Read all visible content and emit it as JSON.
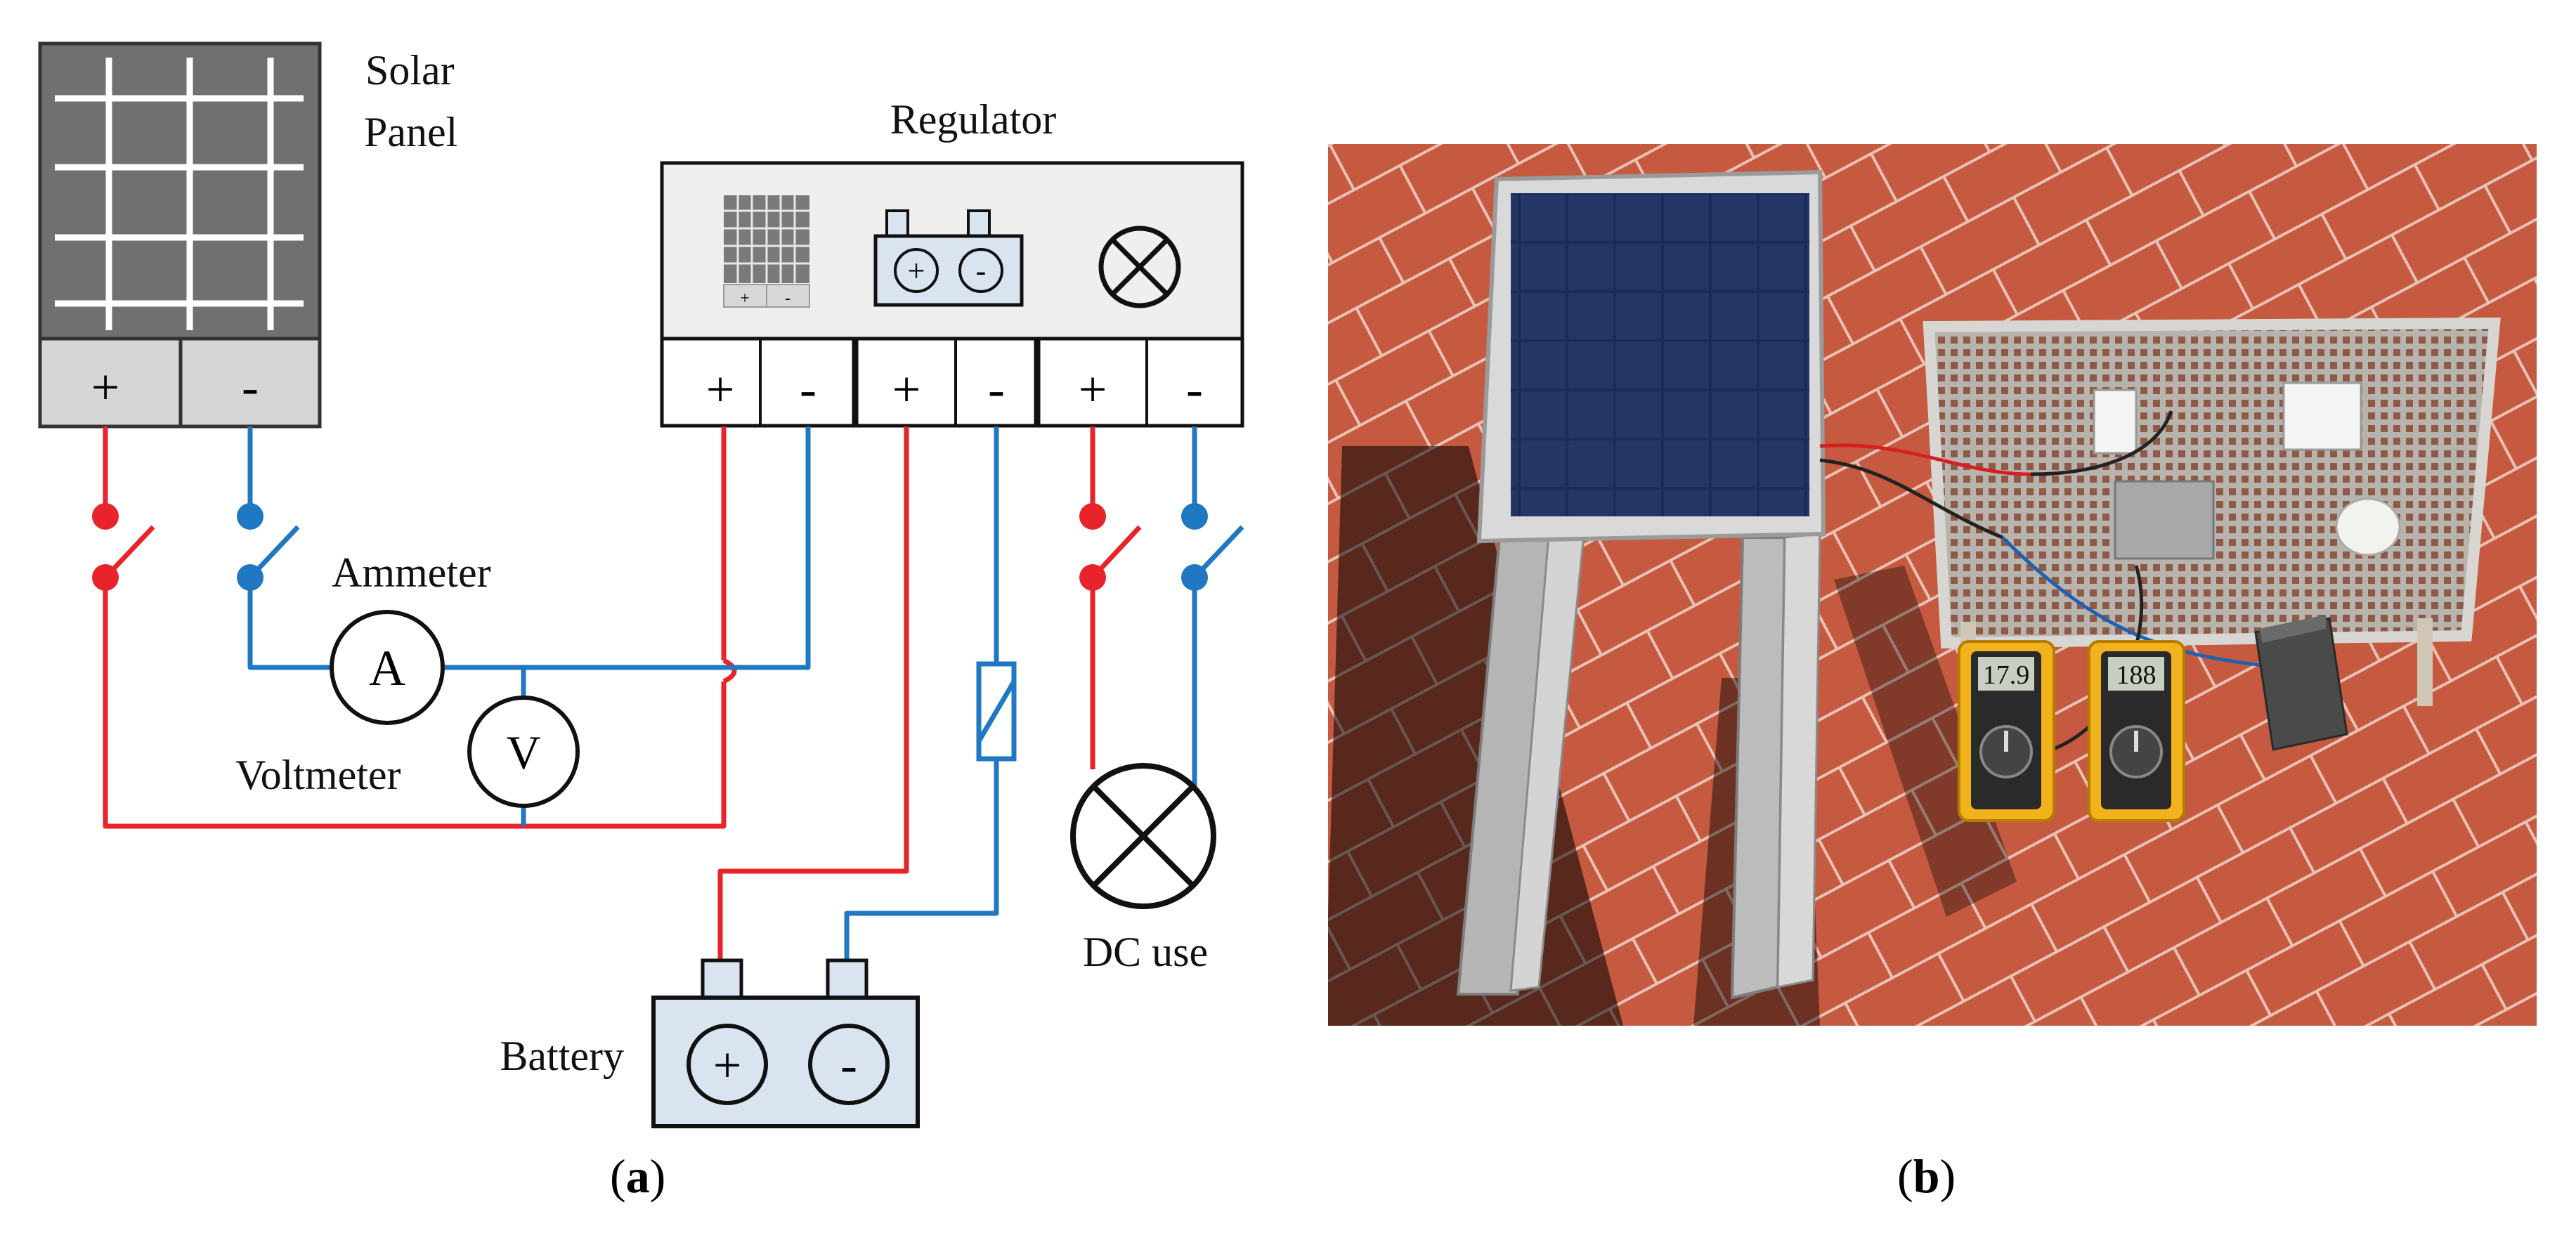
{
  "diagram": {
    "solar_panel_label_line1": "Solar",
    "solar_panel_label_line2": "Panel",
    "regulator_label": "Regulator",
    "ammeter_label": "Ammeter",
    "ammeter_symbol": "A",
    "voltmeter_label": "Voltmeter",
    "voltmeter_symbol": "V",
    "battery_label": "Battery",
    "dc_use_label": "DC use",
    "plus_sign": "+",
    "minus_sign": "-",
    "panel_icon_plus": "+",
    "panel_icon_minus": "-",
    "colors": {
      "positive": "#e8232a",
      "negative": "#1f78c1",
      "panel_gray": "#707070",
      "battery_fill": "#d9e4f0"
    }
  },
  "photo": {
    "meter1_reading": "17.9",
    "meter2_reading": "188",
    "colors": {
      "floor": "#c8583f",
      "panel": "#1e2b5a",
      "meter_body": "#f2b21c"
    }
  },
  "captions": {
    "a_open": "(",
    "a_letter": "a",
    "a_close": ")",
    "b_open": "(",
    "b_letter": "b",
    "b_close": ")"
  }
}
